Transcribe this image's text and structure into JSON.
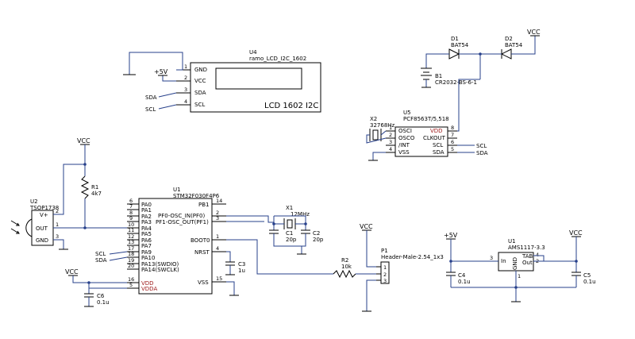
{
  "nets": {
    "vcc": "VCC",
    "plus5v": "+5V",
    "sda": "SDA",
    "scl": "SCL"
  },
  "lcd": {
    "ref": "U4",
    "value": "ramo_LCD_I2C_1602",
    "body_label": "LCD 1602 I2C",
    "pins": [
      {
        "num": "1",
        "name": "GND"
      },
      {
        "num": "2",
        "name": "VCC"
      },
      {
        "num": "3",
        "name": "SDA"
      },
      {
        "num": "4",
        "name": "SCL"
      }
    ]
  },
  "rtc": {
    "ref": "U5",
    "value": "PCF8563T/5,518",
    "pins": [
      {
        "num": "1",
        "name": "OSCI"
      },
      {
        "num": "2",
        "name": "OSCO"
      },
      {
        "num": "3",
        "name": "/INT"
      },
      {
        "num": "4",
        "name": "VSS"
      },
      {
        "num": "5",
        "name": "SDA"
      },
      {
        "num": "6",
        "name": "SCL"
      },
      {
        "num": "7",
        "name": "CLKOUT"
      },
      {
        "num": "8",
        "name": "VDD"
      }
    ]
  },
  "x2": {
    "ref": "X2",
    "value": "32768Hz"
  },
  "d1": {
    "ref": "D1",
    "value": "BAT54"
  },
  "d2": {
    "ref": "D2",
    "value": "BAT54"
  },
  "b1": {
    "ref": "B1",
    "value": "CR2032-BS-6-1"
  },
  "mcu": {
    "ref": "U1",
    "value": "STM32F030F4P6",
    "left_pins": [
      {
        "num": "6",
        "name": "PA0"
      },
      {
        "num": "7",
        "name": "PA1"
      },
      {
        "num": "8",
        "name": "PA2"
      },
      {
        "num": "9",
        "name": "PA3"
      },
      {
        "num": "10",
        "name": "PA4"
      },
      {
        "num": "11",
        "name": "PA5"
      },
      {
        "num": "12",
        "name": "PA6"
      },
      {
        "num": "13",
        "name": "PA7"
      },
      {
        "num": "17",
        "name": "PA9"
      },
      {
        "num": "18",
        "name": "PA10"
      },
      {
        "num": "19",
        "name": "PA13(SWDIO)"
      },
      {
        "num": "20",
        "name": "PA14(SWCLK)"
      }
    ],
    "power_pins": [
      {
        "num": "16",
        "name": "VDD"
      },
      {
        "num": "5",
        "name": "VDDA"
      }
    ],
    "right_pins": [
      {
        "num": "14",
        "name": "PB1"
      },
      {
        "num": "2",
        "name": "PF0-OSC_IN(PF0)"
      },
      {
        "num": "3",
        "name": "PF1-OSC_OUT(PF1)"
      },
      {
        "num": "1",
        "name": "BOOT0"
      },
      {
        "num": "4",
        "name": "NRST"
      },
      {
        "num": "15",
        "name": "VSS"
      }
    ]
  },
  "ir": {
    "ref": "U2",
    "value": "TSOP1738",
    "pins": [
      {
        "num": "2",
        "name": "V+"
      },
      {
        "num": "1",
        "name": "OUT"
      },
      {
        "num": "3",
        "name": "GND"
      }
    ]
  },
  "r1": {
    "ref": "R1",
    "value": "4k7"
  },
  "r2": {
    "ref": "R2",
    "value": "10k"
  },
  "x1": {
    "ref": "X1",
    "value": "12MHz"
  },
  "c1": {
    "ref": "C1",
    "value": "20p"
  },
  "c2": {
    "ref": "C2",
    "value": "20p"
  },
  "c3": {
    "ref": "C3",
    "value": "1u"
  },
  "c6": {
    "ref": "C6",
    "value": "0.1u"
  },
  "c4": {
    "ref": "C4",
    "value": "0.1u"
  },
  "c5": {
    "ref": "C5",
    "value": "0.1u"
  },
  "p1": {
    "ref": "P1",
    "value": "Header-Male-2.54_1x3",
    "pins": [
      "1",
      "2",
      "3"
    ]
  },
  "reg": {
    "ref": "U1",
    "value": "AMS1117-3.3",
    "pins": [
      {
        "num": "3",
        "name": "In"
      },
      {
        "num": "1",
        "name": "GND"
      },
      {
        "num": "4",
        "name": "TAB"
      },
      {
        "num": "2",
        "name": "Out"
      }
    ]
  }
}
